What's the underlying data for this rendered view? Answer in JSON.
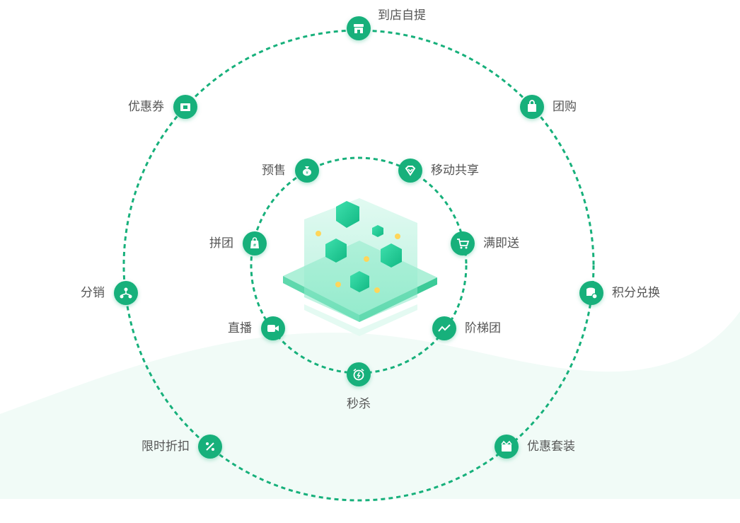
{
  "colors": {
    "accent": "#17b07b",
    "label": "#555555",
    "wave": "#eefaf5"
  },
  "outer_ring": {
    "items": [
      {
        "label": "到店自提",
        "icon": "store-icon"
      },
      {
        "label": "团购",
        "icon": "shopping-bag-icon"
      },
      {
        "label": "积分兑换",
        "icon": "coin-stack-icon"
      },
      {
        "label": "优惠套装",
        "icon": "gift-box-icon"
      },
      {
        "label": "限时折扣",
        "icon": "percent-icon"
      },
      {
        "label": "分销",
        "icon": "distribution-icon"
      },
      {
        "label": "优惠券",
        "icon": "coupon-icon"
      }
    ]
  },
  "inner_ring": {
    "items": [
      {
        "label": "预售",
        "icon": "money-bag-icon"
      },
      {
        "label": "移动共享",
        "icon": "diamond-icon"
      },
      {
        "label": "满即送",
        "icon": "shopping-cart-icon"
      },
      {
        "label": "阶梯团",
        "icon": "trend-line-icon"
      },
      {
        "label": "秒杀",
        "icon": "alarm-clock-icon"
      },
      {
        "label": "直播",
        "icon": "video-camera-icon"
      },
      {
        "label": "拼团",
        "icon": "group-tag-icon"
      }
    ]
  }
}
